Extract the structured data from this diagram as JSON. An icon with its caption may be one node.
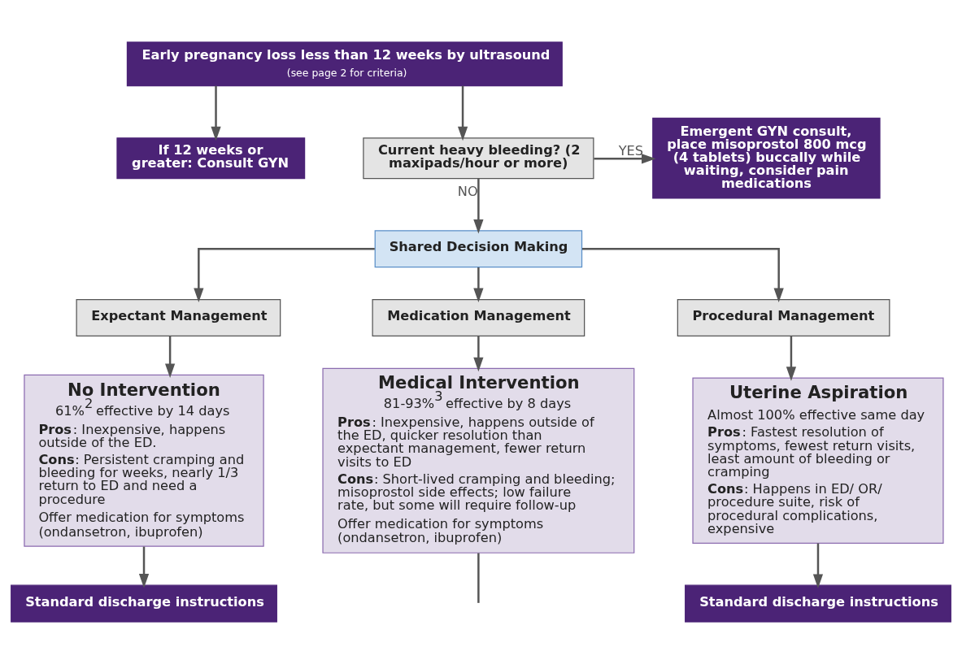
{
  "diagram": {
    "nodes": [
      {
        "text": [
          "Early pregnancy loss less than 12 weeks by ultrasound",
          "(see page 2 for criteria)"
        ]
      },
      {
        "text": [
          "If 12 weeks or greater: Consult GYN"
        ]
      },
      {
        "text": [
          "Current heavy bleeding? (2 maxipads/hour or more)"
        ]
      },
      {
        "text": [
          "Emergent GYN consult, place misoprostol 800 mcg (4 tablets) buccally while waiting, consider pain medications"
        ]
      },
      {
        "text": [
          "Shared Decision Making"
        ]
      },
      {
        "text": [
          "Expectant Management"
        ]
      },
      {
        "text": [
          "Medication Management"
        ]
      },
      {
        "text": [
          "Procedural Management"
        ]
      },
      {
        "text": [
          "No Intervention",
          "61%$^{2}$ effective by 14 days",
          "**Pros**: Inexpensive, happens outside of the ED.",
          "**Cons**: Persistent cramping and bleeding for weeks, nearly 1/3 return to ED and need a procedure",
          "Offer medication for symptoms (ondansetron, ibuprofen)"
        ]
      },
      {
        "text": [
          "Medical Intervention",
          "81-93%$^{3}$ effective by 8 days",
          "**Pros**: Inexpensive, happens outside of the ED, quicker resolution than expectant management, fewer return visits to ED",
          "**Cons**: Short-lived cramping and bleeding; misoprostol side effects; low failure rate, but some will require follow-up",
          "Offer medication for symptoms (ondansetron, ibuprofen)"
        ]
      },
      {
        "text": [
          "Uterine Aspiration",
          "Almost 100% effective same day",
          "**Pros**: Fastest resolution of symptoms, fewest return visits, least amount of bleeding or cramping",
          "**Cons**: Happens in ED/ OR/ procedure suite, risk of procedural complications, expensive"
        ]
      },
      {
        "text": [
          "Standard discharge instructions"
        ]
      },
      {
        "text": [
          "Standard discharge instructions"
        ]
      }
    ],
    "edges": [
      {
        "from": 0,
        "to": 1,
        "arrow": "to"
      },
      {
        "from": 0,
        "to": 2,
        "arrow": "to"
      },
      {
        "from": 2,
        "to": 3,
        "arrow": "to",
        "label": "YES"
      },
      {
        "from": 2,
        "to": 4,
        "arrow": "to",
        "label": "NO"
      },
      {
        "from": 4,
        "to": 5,
        "arrow": "to"
      },
      {
        "from": 4,
        "to": 6,
        "arrow": "to"
      },
      {
        "from": 4,
        "to": 7,
        "arrow": "to"
      },
      {
        "from": 5,
        "to": 8,
        "arrow": "to"
      },
      {
        "from": 6,
        "to": 9,
        "arrow": "to"
      },
      {
        "from": 7,
        "to": 10,
        "arrow": "to"
      },
      {
        "from": 8,
        "to": 11,
        "arrow": "to"
      },
      {
        "from": 10,
        "to": 12,
        "arrow": "to"
      },
      {
        "from": 9,
        "to": null,
        "arrow": "none"
      }
    ]
  }
}
